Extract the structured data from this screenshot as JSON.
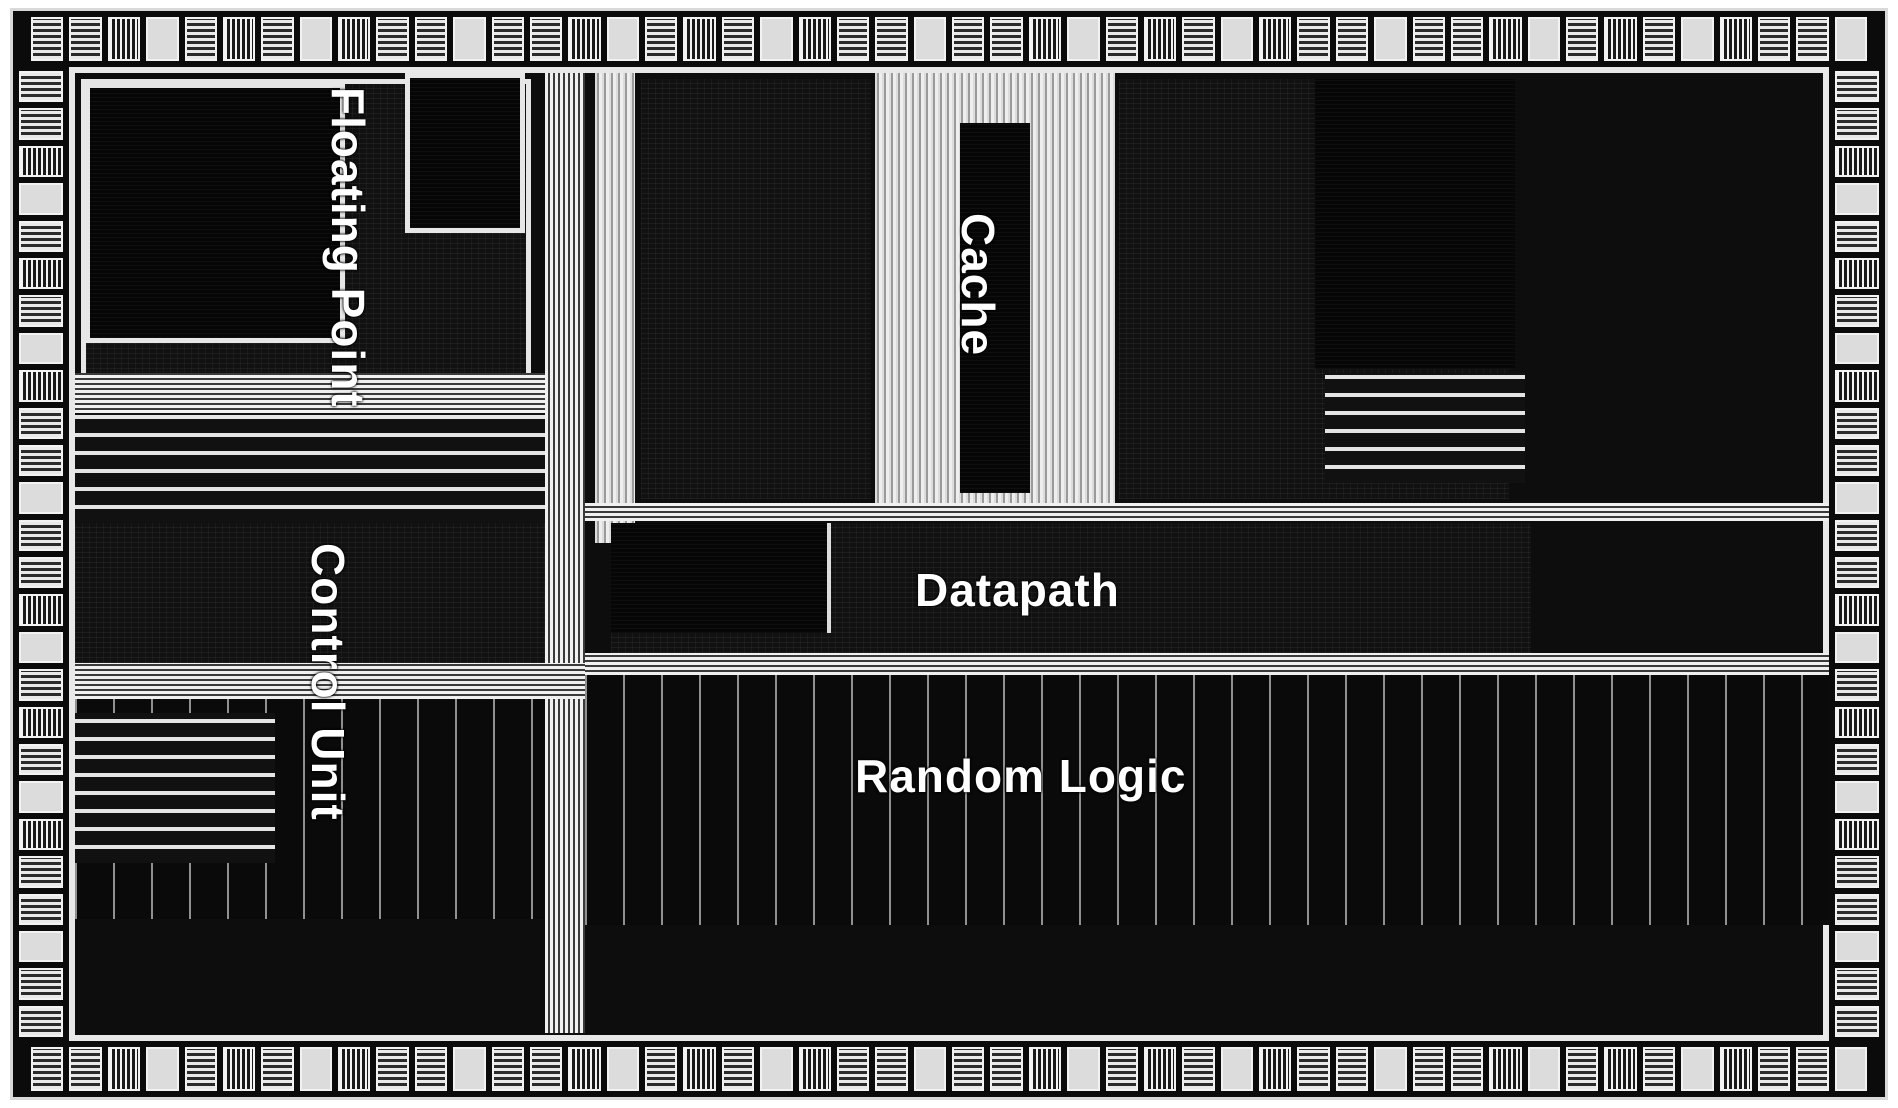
{
  "die_photo": {
    "regions": [
      {
        "id": "floating-point",
        "label": "Floating Point"
      },
      {
        "id": "control-unit",
        "label": "Control Unit"
      },
      {
        "id": "cache",
        "label": "Cache"
      },
      {
        "id": "datapath",
        "label": "Datapath"
      },
      {
        "id": "random-logic",
        "label": "Random Logic"
      }
    ],
    "colors": {
      "background": "#0b0b0b",
      "metal": "#e8e8e8",
      "label": "#ffffff"
    }
  }
}
